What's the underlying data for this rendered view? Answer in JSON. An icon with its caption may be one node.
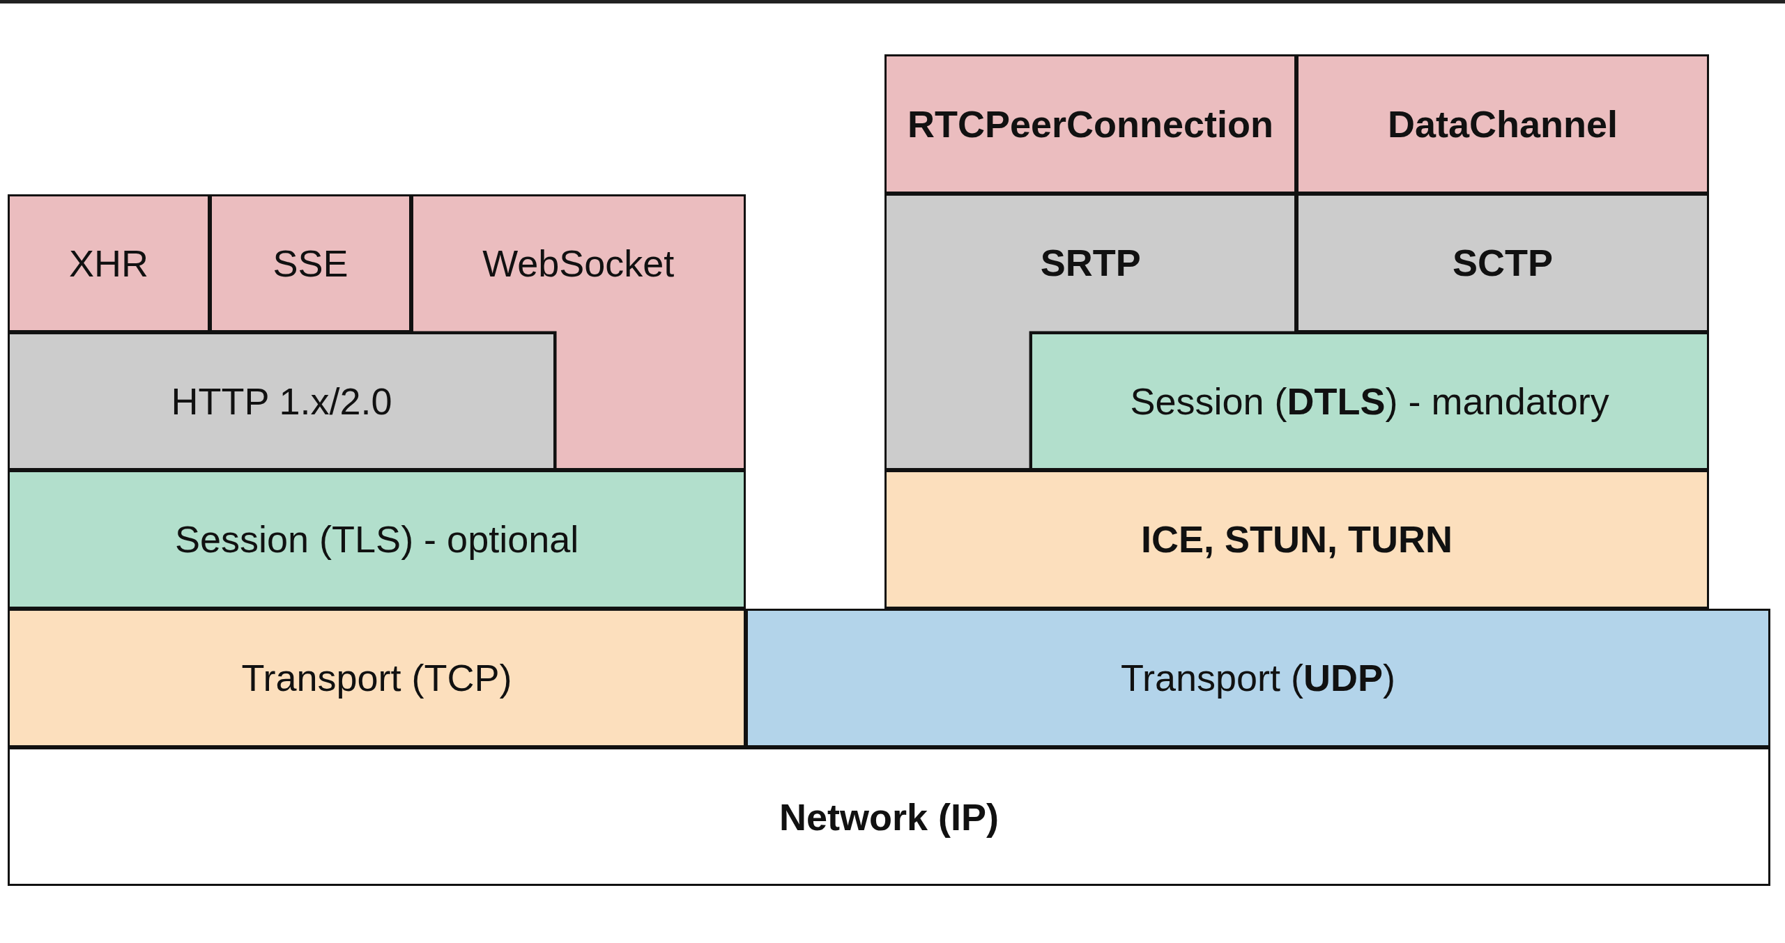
{
  "diagram": {
    "nodes": [
      {
        "text": [
          "RTCPeerConnection"
        ]
      },
      {
        "text": [
          "DataChannel"
        ]
      },
      {
        "text": [
          "XHR"
        ]
      },
      {
        "text": [
          "SSE"
        ]
      },
      {
        "text": [
          "WebSocket"
        ]
      },
      {
        "text": [
          "SRTP"
        ]
      },
      {
        "text": [
          "SCTP"
        ]
      },
      {
        "text": [
          "HTTP 1.x/2.0"
        ]
      },
      {
        "text": [
          "Session (**DTLS**) - mandatory"
        ]
      },
      {
        "text": [
          "Session (TLS) - optional"
        ]
      },
      {
        "text": [
          "ICE, STUN, TURN"
        ]
      },
      {
        "text": [
          "Transport (TCP)"
        ]
      },
      {
        "text": [
          "Transport (**UDP**)"
        ]
      },
      {
        "text": [
          "Network (IP)"
        ]
      }
    ]
  }
}
